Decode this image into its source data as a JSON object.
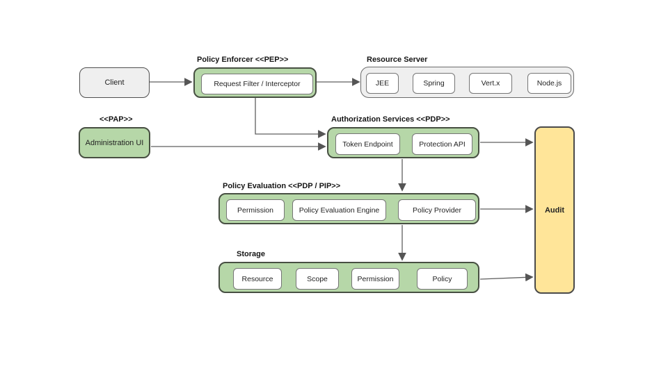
{
  "nodes": {
    "client": {
      "label": "Client"
    },
    "admin_ui": {
      "label": "Administration UI"
    },
    "audit": {
      "label": "Audit"
    }
  },
  "labels": {
    "pap": "<<PAP>>"
  },
  "groups": {
    "policy_enforcer": {
      "title": "Policy Enforcer <<PEP>>",
      "items": [
        "Request Filter / Interceptor"
      ]
    },
    "resource_server": {
      "title": "Resource Server",
      "items": [
        "JEE",
        "Spring",
        "Vert.x",
        "Node.js"
      ]
    },
    "authorization_services": {
      "title": "Authorization Services <<PDP>>",
      "items": [
        "Token Endpoint",
        "Protection API"
      ]
    },
    "policy_evaluation": {
      "title": "Policy Evaluation <<PDP / PIP>>",
      "items": [
        "Permission",
        "Policy Evaluation Engine",
        "Policy Provider"
      ]
    },
    "storage": {
      "title": "Storage",
      "items": [
        "Resource",
        "Scope",
        "Permission",
        "Policy"
      ]
    }
  },
  "edges": [
    {
      "from": "Client",
      "to": "Policy Enforcer"
    },
    {
      "from": "Policy Enforcer",
      "to": "Resource Server"
    },
    {
      "from": "Policy Enforcer",
      "to": "Authorization Services"
    },
    {
      "from": "Administration UI",
      "to": "Authorization Services"
    },
    {
      "from": "Authorization Services",
      "to": "Audit"
    },
    {
      "from": "Authorization Services",
      "to": "Policy Evaluation"
    },
    {
      "from": "Policy Evaluation",
      "to": "Audit"
    },
    {
      "from": "Policy Evaluation",
      "to": "Storage"
    },
    {
      "from": "Storage",
      "to": "Audit"
    }
  ],
  "colors": {
    "green_fill": "#b6d7a8",
    "gray_fill": "#efefef",
    "yellow_fill": "#ffe599",
    "chip_fill": "#ffffff",
    "border_dark": "#474f42",
    "arrow": "#5f5f5f"
  }
}
